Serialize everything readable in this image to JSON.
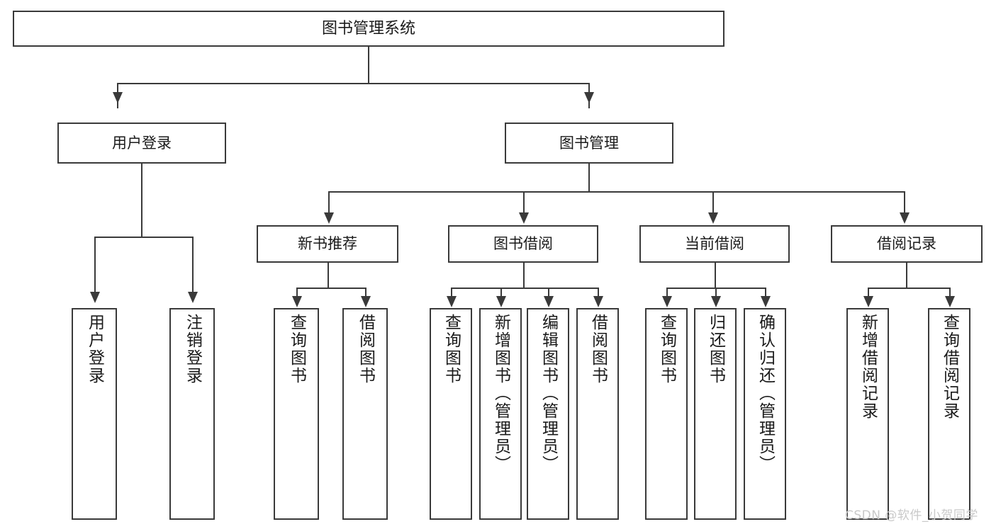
{
  "diagram": {
    "title": "图书管理系统",
    "type": "function-tree",
    "root": {
      "label": "图书管理系统"
    },
    "level2": [
      {
        "label": "用户登录"
      },
      {
        "label": "图书管理"
      }
    ],
    "level3": [
      {
        "label": "新书推荐"
      },
      {
        "label": "图书借阅"
      },
      {
        "label": "当前借阅"
      },
      {
        "label": "借阅记录"
      }
    ],
    "leaves": {
      "user_login": [
        {
          "label": "用户登录"
        },
        {
          "label": "注销登录"
        }
      ],
      "new_book_recommend": [
        {
          "label": "查询图书"
        },
        {
          "label": "借阅图书"
        }
      ],
      "book_borrow": [
        {
          "label": "查询图书"
        },
        {
          "label": "新增图书（管理员）"
        },
        {
          "label": "编辑图书（管理员）"
        },
        {
          "label": "借阅图书"
        }
      ],
      "current_borrow": [
        {
          "label": "查询图书"
        },
        {
          "label": "归还图书"
        },
        {
          "label": "确认归还（管理员）"
        }
      ],
      "borrow_record": [
        {
          "label": "新增借阅记录"
        },
        {
          "label": "查询借阅记录"
        }
      ]
    },
    "watermark": "CSDN @软件_小贺同学",
    "colors": {
      "stroke": "#3a3a3a",
      "fill": "#ffffff",
      "text": "#1a1a1a",
      "watermark": "#c9c9c9"
    }
  }
}
